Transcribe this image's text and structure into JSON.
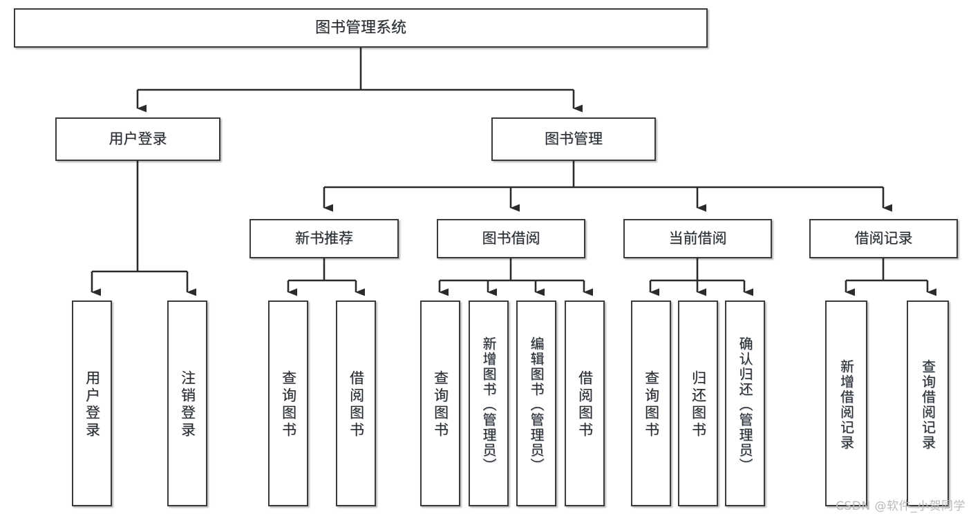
{
  "diagram": {
    "title_text": "图书管理系统",
    "type": "tree",
    "colors": {
      "box_border": "#3a3a3a",
      "box_fill": "#ffffff",
      "connector": "#2b2b2b",
      "text": "#2b2b2b",
      "watermark": "#b9b9b9",
      "background": "#ffffff"
    },
    "watermark": "CSDN @软件_小贺同学",
    "levels": {
      "root": {
        "label": "图书管理系统"
      },
      "level2": [
        {
          "label": "用户登录"
        },
        {
          "label": "图书管理"
        }
      ],
      "level3": [
        {
          "label": "新书推荐"
        },
        {
          "label": "图书借阅"
        },
        {
          "label": "当前借阅"
        },
        {
          "label": "借阅记录"
        }
      ],
      "leaves": {
        "user_login": [
          {
            "label": "用户登录"
          },
          {
            "label": "注销登录"
          }
        ],
        "new_book_recommend": [
          {
            "label": "查询图书"
          },
          {
            "label": "借阅图书"
          }
        ],
        "book_borrow": [
          {
            "label": "查询图书"
          },
          {
            "label": "新增图书（管理员）"
          },
          {
            "label": "编辑图书（管理员）"
          },
          {
            "label": "借阅图书"
          }
        ],
        "current_borrow": [
          {
            "label": "查询图书"
          },
          {
            "label": "归还图书"
          },
          {
            "label": "确认归还（管理员）"
          }
        ],
        "borrow_record": [
          {
            "label": "新增借阅记录"
          },
          {
            "label": "查询借阅记录"
          }
        ]
      }
    }
  }
}
